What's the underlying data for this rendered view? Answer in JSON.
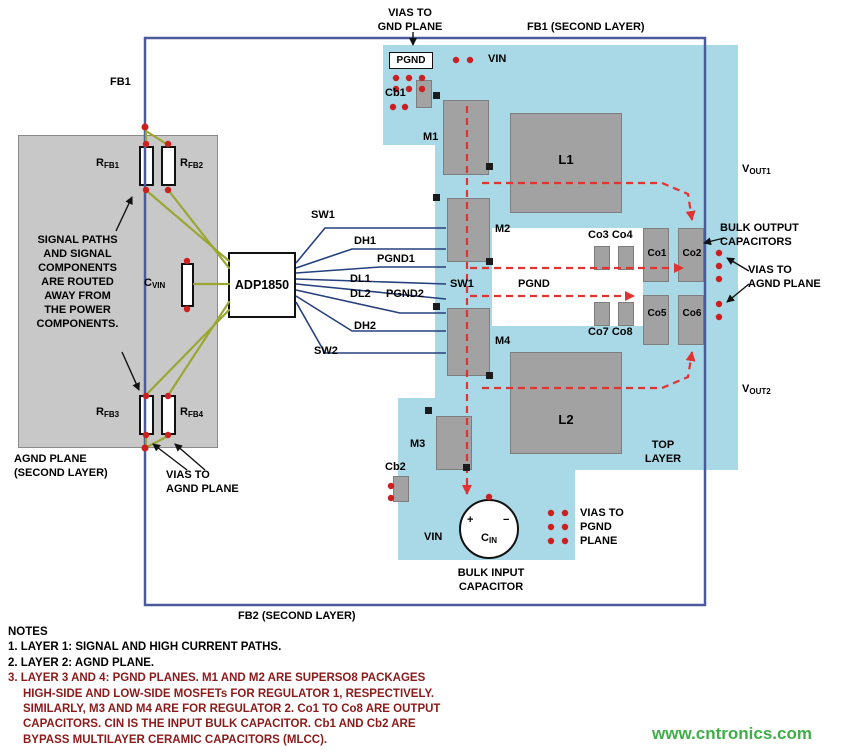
{
  "colors": {
    "plane_cyan": "#a9d9e6",
    "agnd_gray": "#c8c8c8",
    "component_gray": "#a2a2a2",
    "border_blue": "#4a5a9b",
    "trace_green": "#9aa733",
    "signal_navy": "#25407e",
    "path_red": "#e23333",
    "via_red": "#cc2020",
    "note3_maroon": "#8b1a1a",
    "watermark_green": "#3fae49"
  },
  "frame": {
    "fb1_short": "FB1",
    "fb1_layer": "FB1 (SECOND LAYER)",
    "fb2_layer": "FB2 (SECOND LAYER)"
  },
  "agnd": {
    "plane_label": "AGND PLANE\n(SECOND LAYER)",
    "vias_label": "VIAS TO\nAGND PLANE",
    "signal_note": "SIGNAL PATHS\nAND SIGNAL\nCOMPONENTS\nARE ROUTED\nAWAY FROM\nTHE POWER\nCOMPONENTS.",
    "rfb1": {
      "base": "R",
      "sub": "FB1"
    },
    "rfb2": {
      "base": "R",
      "sub": "FB2"
    },
    "rfb3": {
      "base": "R",
      "sub": "FB3"
    },
    "rfb4": {
      "base": "R",
      "sub": "FB4"
    },
    "cvin": {
      "base": "C",
      "sub": "VIN"
    }
  },
  "controller": {
    "name": "ADP1850"
  },
  "signals": {
    "sw1": "SW1",
    "dh1": "DH1",
    "pgnd1": "PGND1",
    "dl1": "DL1",
    "dl2": "DL2",
    "pgnd2": "PGND2",
    "dh2": "DH2",
    "sw2": "SW2"
  },
  "power": {
    "vias_gnd": "VIAS TO\nGND PLANE",
    "pgnd_pad": "PGND",
    "cb1": "Cb1",
    "cb2": "Cb2",
    "vin_top": "VIN",
    "vin_bottom": "VIN",
    "m1": "M1",
    "m2": "M2",
    "m3": "M3",
    "m4": "M4",
    "l1": "L1",
    "l2": "L2",
    "sw1_node": "SW1",
    "pgnd_node": "PGND",
    "co1": "Co1",
    "co2": "Co2",
    "co5": "Co5",
    "co6": "Co6",
    "co34": "Co3 Co4",
    "co78": "Co7 Co8",
    "top_layer": "TOP\nLAYER",
    "cin": {
      "base": "C",
      "sub": "IN"
    },
    "plus": "+",
    "minus": "−",
    "bulk_input": "BULK INPUT\nCAPACITOR",
    "bulk_output": "BULK OUTPUT\nCAPACITORS",
    "vias_agnd_right": "VIAS TO\nAGND PLANE",
    "vias_pgnd": "VIAS TO\nPGND\nPLANE",
    "vout1": {
      "base": "V",
      "sub": "OUT1"
    },
    "vout2": {
      "base": "V",
      "sub": "OUT2"
    }
  },
  "notes": {
    "title": "NOTES",
    "items": [
      "1. LAYER 1: SIGNAL AND HIGH CURRENT PATHS.",
      "2. LAYER 2: AGND PLANE.",
      "3. LAYER 3 AND 4: PGND PLANES. M1 AND M2 ARE SUPERSO8 PACKAGES",
      "HIGH-SIDE AND LOW-SIDE MOSFETs FOR REGULATOR 1, RESPECTIVELY.",
      "SIMILARLY, M3 AND M4 ARE FOR REGULATOR 2. Co1 TO Co8 ARE OUTPUT",
      "CAPACITORS. CIN IS THE INPUT BULK CAPACITOR. Cb1 AND Cb2 ARE",
      "BYPASS MULTILAYER CERAMIC CAPACITORS (MLCC)."
    ]
  },
  "watermark": "www.cntronics.com"
}
